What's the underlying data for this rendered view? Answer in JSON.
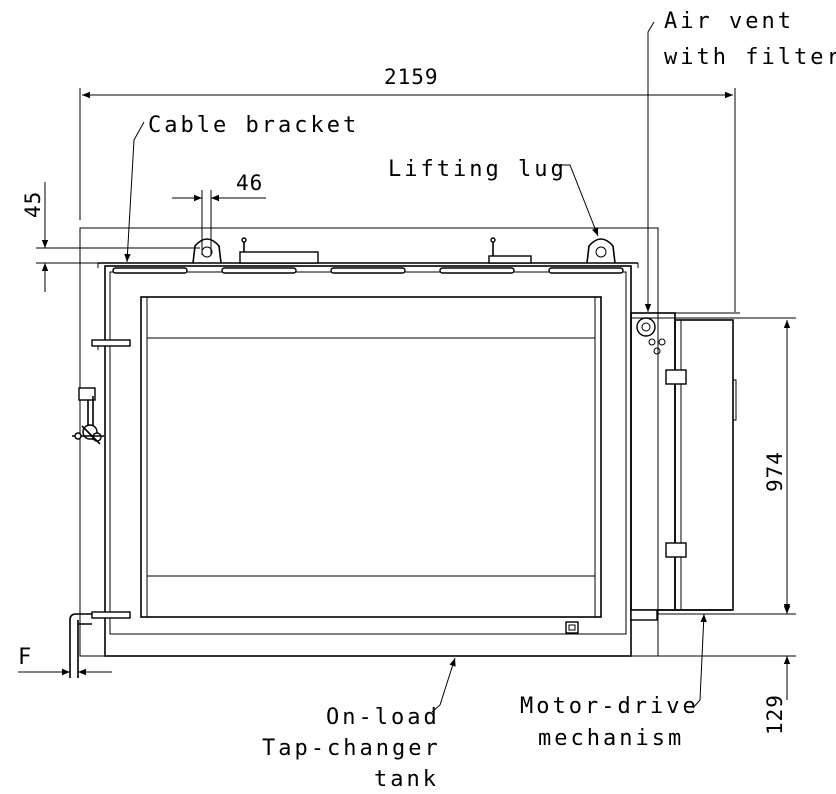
{
  "dimensions": {
    "overall_width": "2159",
    "bracket_spacing": "46",
    "top_offset": "45",
    "drive_height": "974",
    "bottom_offset": "129",
    "flange_label": "F"
  },
  "labels": {
    "air_vent_line1": "Air vent",
    "air_vent_line2": "with filter",
    "cable_bracket": "Cable bracket",
    "lifting_lug": "Lifting lug",
    "tank_line1": "On-load",
    "tank_line2": "Tap-changer",
    "tank_line3": "tank",
    "motor_line1": "Motor-drive",
    "motor_line2": "mechanism"
  }
}
